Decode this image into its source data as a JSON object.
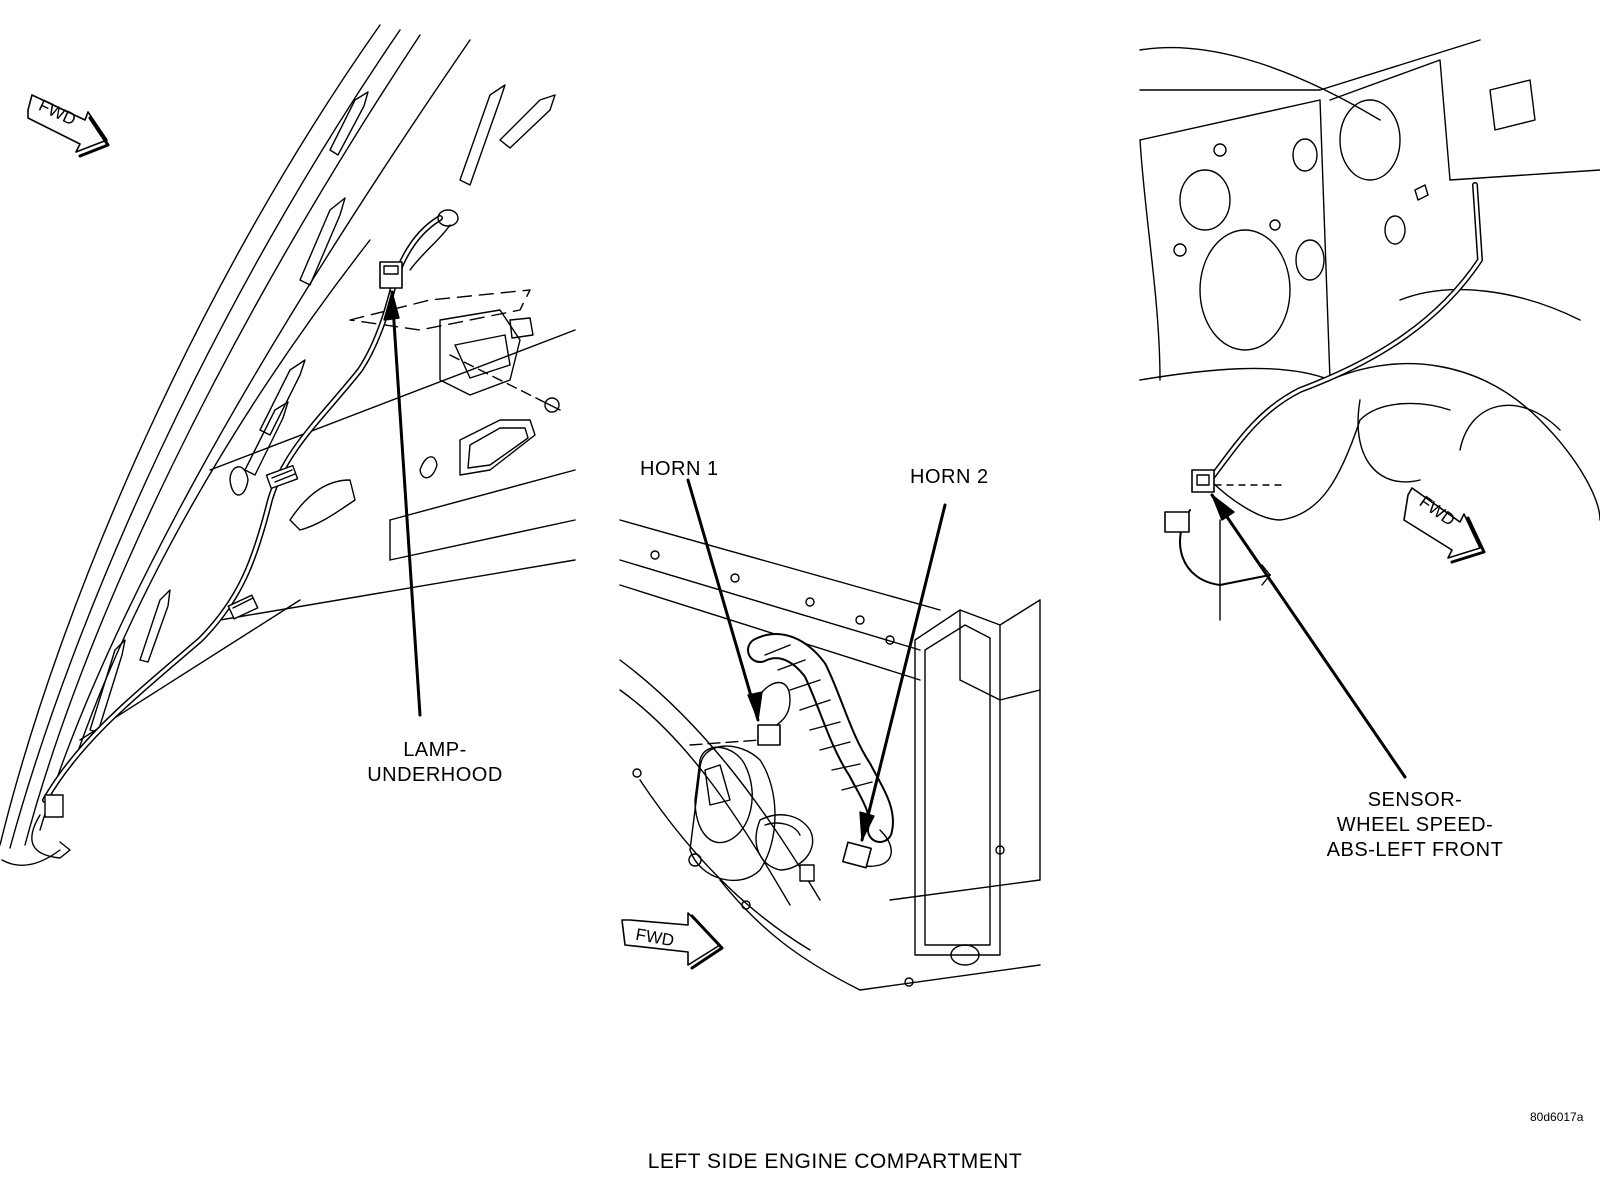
{
  "callouts": {
    "lamp_underhood": [
      "LAMP-",
      "UNDERHOOD"
    ],
    "horn1": "HORN 1",
    "horn2": "HORN 2",
    "sensor": [
      "SENSOR-",
      "WHEEL SPEED-",
      "ABS-LEFT FRONT"
    ]
  },
  "fwd_label": "FWD",
  "figure_id": "80d6017a",
  "caption": "LEFT SIDE ENGINE COMPARTMENT"
}
